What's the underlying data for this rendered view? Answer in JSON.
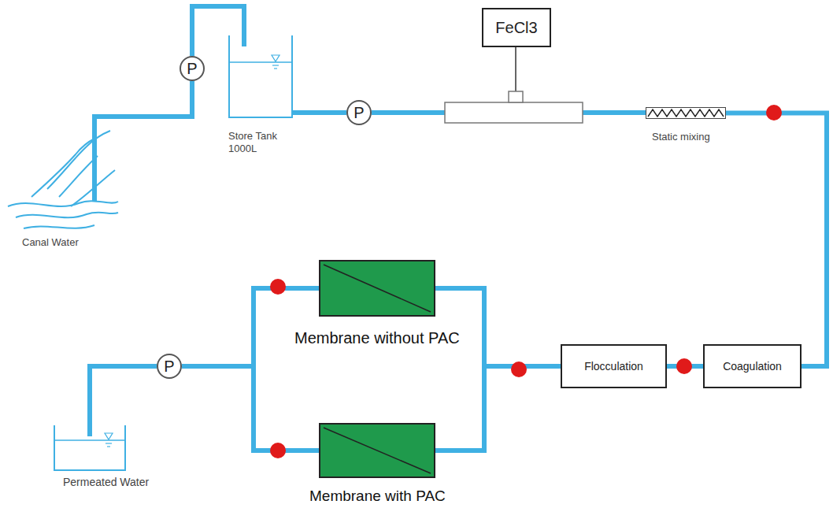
{
  "diagram": {
    "nodes": [
      {
        "text": [
          "P"
        ]
      },
      {
        "text": [
          "Store Tank 1000L"
        ]
      },
      {
        "text": [
          "P"
        ]
      },
      {
        "text": [
          "FeCl3"
        ]
      },
      {
        "text": [
          "Static mixing"
        ]
      },
      {
        "text": [
          "Coagulation"
        ]
      },
      {
        "text": [
          "Flocculation"
        ]
      },
      {
        "text": [
          "Membrane without PAC"
        ]
      },
      {
        "text": [
          "Membrane with PAC"
        ]
      },
      {
        "text": [
          "P"
        ]
      },
      {
        "text": [
          "Permeated Water"
        ]
      }
    ],
    "edges": [
      {
        "from": 0,
        "to": 1,
        "arrow": "none"
      },
      {
        "from": 1,
        "to": 2,
        "arrow": "none"
      },
      {
        "from": 2,
        "to": 4,
        "arrow": "none"
      },
      {
        "from": 4,
        "to": 5,
        "arrow": "none"
      },
      {
        "from": 5,
        "to": 6,
        "arrow": "none"
      },
      {
        "from": 6,
        "to": 7,
        "arrow": "none"
      },
      {
        "from": 6,
        "to": 8,
        "arrow": "none"
      },
      {
        "from": 7,
        "to": 9,
        "arrow": "none"
      },
      {
        "from": 8,
        "to": 9,
        "arrow": "none"
      },
      {
        "from": 9,
        "to": 10,
        "arrow": "none"
      }
    ],
    "labels": [
      "Canal Water"
    ]
  }
}
